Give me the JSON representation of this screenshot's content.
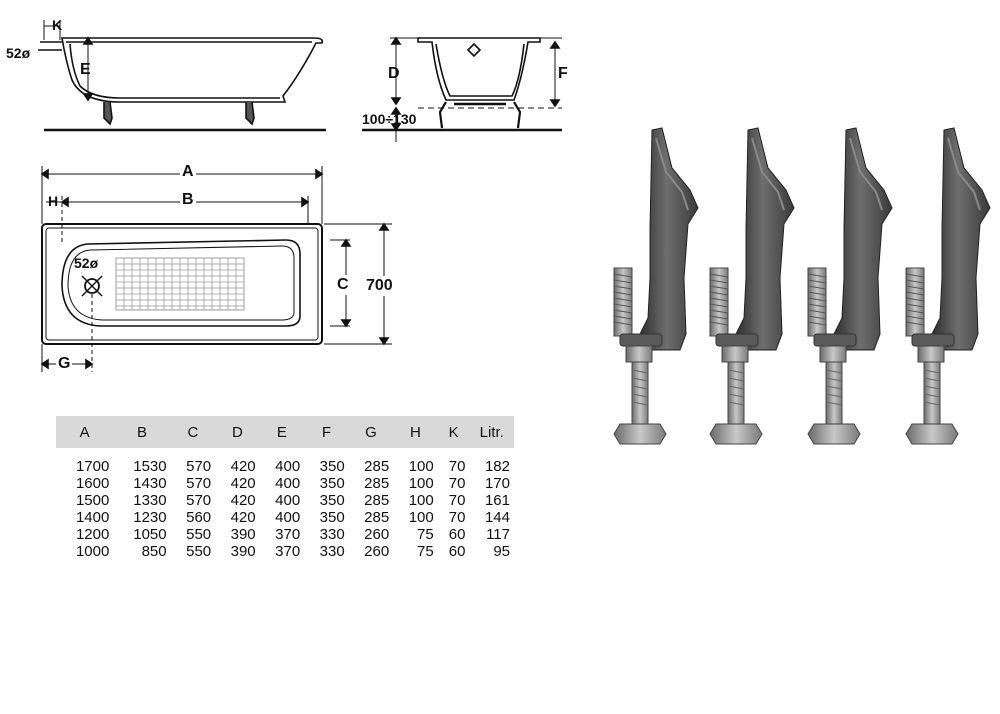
{
  "side_view": {
    "k_label": "K",
    "e_label": "E",
    "drain_label": "52ø"
  },
  "end_view": {
    "d_label": "D",
    "f_label": "F",
    "leg_range": "100÷130"
  },
  "top_view": {
    "a_label": "A",
    "b_label": "B",
    "h_label": "H",
    "c_label": "C",
    "width_label": "700",
    "g_label": "G",
    "drain_label": "52ø"
  },
  "table": {
    "headers": [
      "A",
      "B",
      "C",
      "D",
      "E",
      "F",
      "G",
      "H",
      "K",
      "Litr."
    ],
    "rows": [
      [
        "1700",
        "1530",
        "570",
        "420",
        "400",
        "350",
        "285",
        "100",
        "70",
        "182"
      ],
      [
        "1600",
        "1430",
        "570",
        "420",
        "400",
        "350",
        "285",
        "100",
        "70",
        "170"
      ],
      [
        "1500",
        "1330",
        "570",
        "420",
        "400",
        "350",
        "285",
        "100",
        "70",
        "161"
      ],
      [
        "1400",
        "1230",
        "560",
        "420",
        "400",
        "350",
        "285",
        "100",
        "70",
        "144"
      ],
      [
        "1200",
        "1050",
        "550",
        "390",
        "370",
        "330",
        "260",
        "75",
        "60",
        "117"
      ],
      [
        "1000",
        "850",
        "550",
        "390",
        "370",
        "330",
        "260",
        "75",
        "60",
        "95"
      ]
    ]
  },
  "colors": {
    "line": "#111111",
    "table_header_bg": "#d9d9d9",
    "metal_dark": "#3a3a3a",
    "metal_mid": "#6e6e6e",
    "bolt": "#9a9a9a"
  }
}
